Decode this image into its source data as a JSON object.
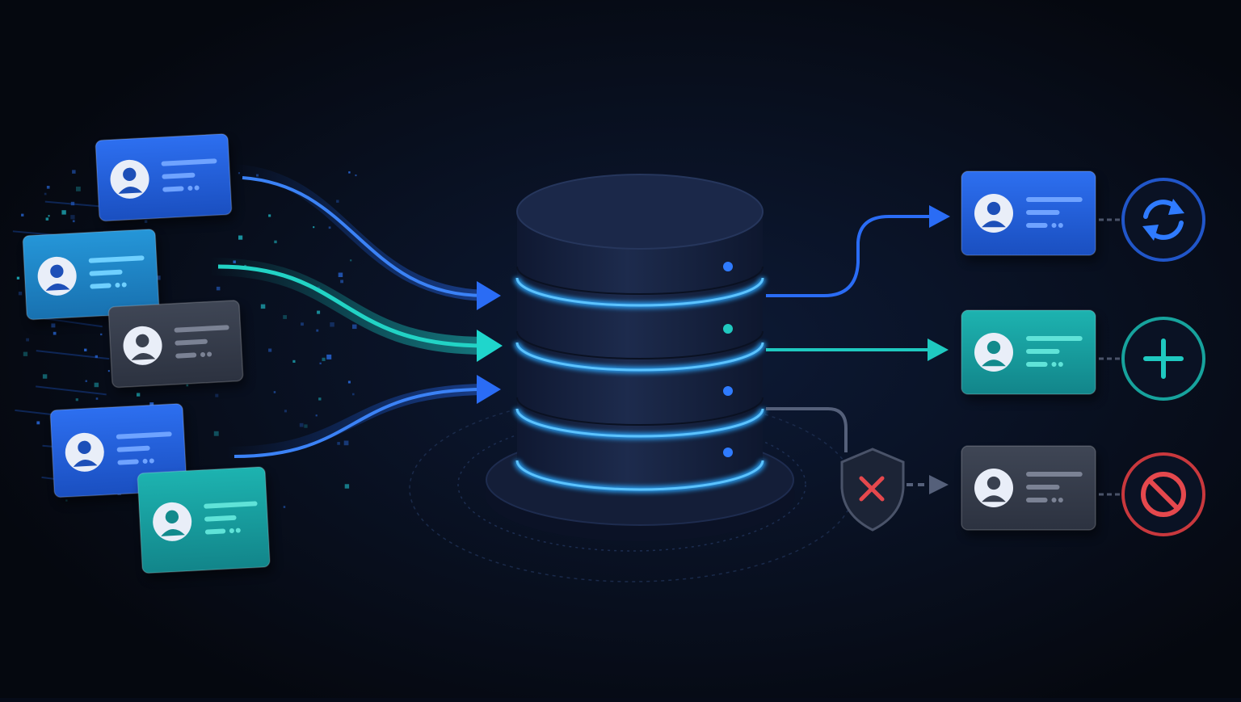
{
  "colors": {
    "background": "#060b18",
    "blue": "#1f63e6",
    "blue_light": "#3b82f6",
    "teal": "#13a6a6",
    "teal_light": "#22d3c5",
    "gray": "#3a4150",
    "gray_light": "#6b7280",
    "red": "#e5484d",
    "cylinder": "#1a2746",
    "cylinder_dark": "#101a33",
    "glow": "#2aa7ff"
  },
  "incoming_records": [
    {
      "kind": "blue",
      "icon": "user-avatar-icon"
    },
    {
      "kind": "teal-blue",
      "icon": "user-avatar-icon"
    },
    {
      "kind": "gray",
      "icon": "user-avatar-icon"
    },
    {
      "kind": "blue",
      "icon": "user-avatar-icon"
    },
    {
      "kind": "teal",
      "icon": "user-avatar-icon"
    }
  ],
  "database": {
    "icon": "database-icon",
    "layers": 4
  },
  "outcomes": [
    {
      "kind": "update",
      "color": "blue",
      "icon": "sync-icon"
    },
    {
      "kind": "create",
      "color": "teal",
      "icon": "plus-icon"
    },
    {
      "kind": "reject",
      "color": "gray",
      "icon": "blocked-icon",
      "guard_icon": "shield-x-icon"
    }
  ]
}
